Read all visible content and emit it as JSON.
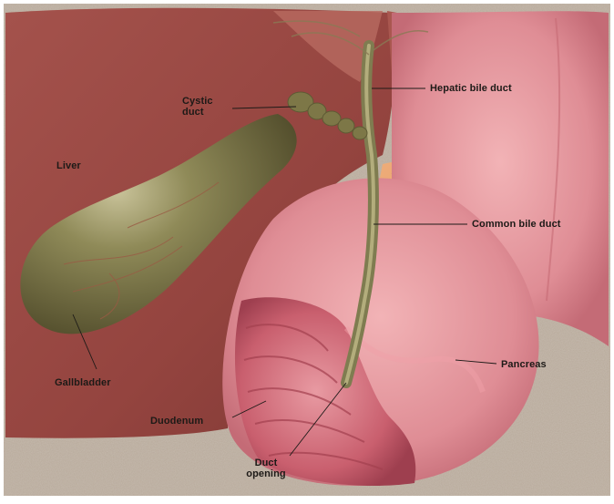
{
  "labels": {
    "cystic_duct": "Cystic\nduct",
    "hepatic_bile_duct": "Hepatic bile duct",
    "liver": "Liver",
    "common_bile_duct": "Common bile duct",
    "pancreas": "Pancreas",
    "gallbladder": "Gallbladder",
    "duodenum": "Duodenum",
    "duct_opening": "Duct\nopening"
  },
  "colors": {
    "background_speckle": "#a89a8c",
    "liver": "#9a4a44",
    "gallbladder": "#7a7444",
    "duodenum": "#d9838c",
    "duodenum_inner": "#c45a68",
    "pancreas": "#e8a06e",
    "bile_duct": "#8a8a5a",
    "label_text": "#1d1a17"
  }
}
